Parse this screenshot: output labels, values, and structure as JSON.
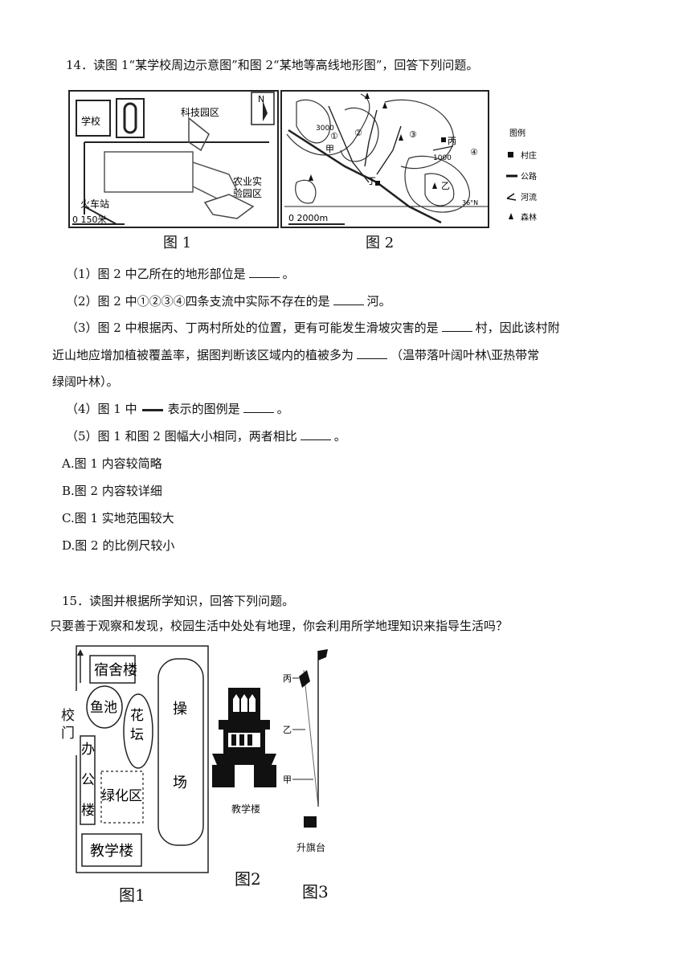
{
  "q14": {
    "stem": "14．读图 1“某学校周边示意图”和图 2“某地等高线地形图”，回答下列问题。",
    "fig1": {
      "school": "学校",
      "tech_park": "科技园区",
      "agri_park_1": "农业实",
      "agri_park_2": "验园区",
      "station": "火车站",
      "scale": "0    150米",
      "north": "N",
      "caption": "图 1"
    },
    "fig2": {
      "c3000": "3000",
      "c1000": "1000",
      "jia": "甲",
      "yi": "乙",
      "bing": "丙",
      "ding": "丁",
      "n1": "①",
      "n2": "②",
      "n3": "③",
      "n4": "④",
      "lat": "36°N",
      "scale": "0    2000m",
      "legend_title": "图例",
      "legend_village": "村庄",
      "legend_road": "公路",
      "legend_river": "河流",
      "legend_forest": "森林",
      "caption": "图 2"
    },
    "sub1_a": "（1）图 2 中乙所在的地形部位是",
    "sub1_b": "。",
    "sub2_a": "（2）图 2 中①②③④四条支流中实际不存在的是",
    "sub2_b": "河。",
    "sub3_a": "（3）图 2 中根据丙、丁两村所处的位置，更有可能发生滑坡灾害的是",
    "sub3_b": "村，因此该村附",
    "sub3_c": "近山地应增加植被覆盖率，据图判断该区域内的植被多为",
    "sub3_d": "（温带落叶阔叶林\\亚热带常",
    "sub3_e": "绿阔叶林）。",
    "sub4_a": "（4）图 1 中",
    "sub4_b": "表示的图例是",
    "sub4_c": "。",
    "sub5_a": "（5）图 1 和图 2 图幅大小相同，两者相比",
    "sub5_b": "。",
    "optA": "A.图 1 内容较简略",
    "optB": "B.图 2 内容较详细",
    "optC": "C.图 1 实地范围较大",
    "optD": "D.图 2 的比例尺较小"
  },
  "q15": {
    "stem": "15．读图并根据所学知识，回答下列问题。",
    "intro": "只要善于观察和发现，校园生活中处处有地理，你会利用所学地理知识来指导生活吗？",
    "fig1": {
      "dorm": "宿舍楼",
      "gate": "校门",
      "pond": "鱼池",
      "flower": "花坛",
      "field_1": "操",
      "field_2": "场",
      "office": "办公楼",
      "green": "绿化区",
      "teach": "教学楼",
      "caption": "图1"
    },
    "fig2": {
      "label": "教学楼",
      "caption": "图2"
    },
    "fig3": {
      "bing": "丙",
      "yi": "乙",
      "jia": "甲",
      "platform": "升旗台",
      "caption": "图3"
    }
  }
}
